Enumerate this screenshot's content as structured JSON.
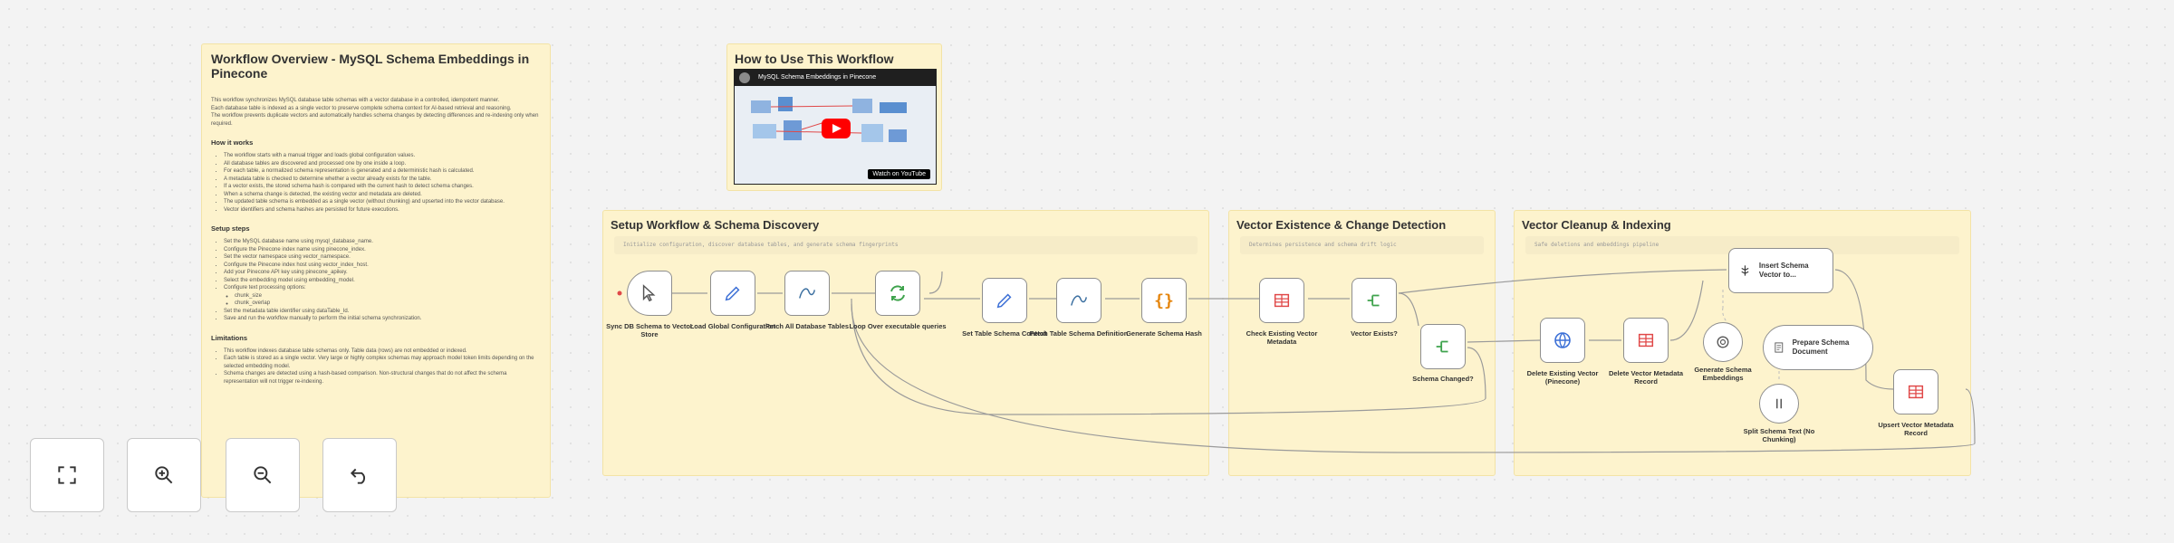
{
  "overview": {
    "title": "Workflow Overview - MySQL Schema Embeddings in Pinecone",
    "intro": [
      "This workflow synchronizes MySQL database table schemas with a vector database in a controlled, idempotent manner.",
      "Each database table is indexed as a single vector to preserve complete schema context for AI-based retrieval and reasoning.",
      "The workflow prevents duplicate vectors and automatically handles schema changes by detecting differences and re-indexing only when required."
    ],
    "how_title": "How it works",
    "how_items": [
      "The workflow starts with a manual trigger and loads global configuration values.",
      "All database tables are discovered and processed one by one inside a loop.",
      "For each table, a normalized schema representation is generated and a deterministic hash is calculated.",
      "A metadata table is checked to determine whether a vector already exists for the table.",
      "If a vector exists, the stored schema hash is compared with the current hash to detect schema changes.",
      "When a schema change is detected, the existing vector and metadata are deleted.",
      "The updated table schema is embedded as a single vector (without chunking) and upserted into the vector database.",
      "Vector identifiers and schema hashes are persisted for future executions."
    ],
    "setup_title": "Setup steps",
    "setup_items": [
      "Set the MySQL database name using mysql_database_name.",
      "Configure the Pinecone index name using pinecone_index.",
      "Set the vector namespace using vector_namespace.",
      "Configure the Pinecone index host using vector_index_host.",
      "Add your Pinecone API key using pinecone_apikey.",
      "Select the embedding model using embedding_model.",
      "Configure text processing options:"
    ],
    "setup_subitems": [
      "chunk_size",
      "chunk_overlap"
    ],
    "setup_items_after": [
      "Set the metadata table identifier using dataTable_Id.",
      "Save and run the workflow manually to perform the initial schema synchronization."
    ],
    "limits_title": "Limitations",
    "limits_items": [
      "This workflow indexes database table schemas only. Table data (rows) are not embedded or indexed.",
      "Each table is stored as a single vector. Very large or highly complex schemas may approach model token limits depending on the selected embedding model.",
      "Schema changes are detected using a hash-based comparison. Non-structural changes that do not affect the schema representation will not trigger re-indexing."
    ]
  },
  "howto": {
    "title": "How to Use This Workflow",
    "video_title": "MySQL Schema Embeddings in Pinecone",
    "video_caption": "Watch on",
    "youtube_label": "YouTube"
  },
  "sections": {
    "setup": {
      "title": "Setup Workflow & Schema Discovery",
      "note": "Initialize configuration, discover database tables, and generate schema fingerprints"
    },
    "vector": {
      "title": "Vector Existence & Change Detection",
      "note": "Determines persistence and schema drift logic"
    },
    "cleanup": {
      "title": "Vector Cleanup & Indexing",
      "note": "Safe deletions and embeddings pipeline"
    }
  },
  "nodes": {
    "sync": "Sync DB Schema to Vector Store",
    "load": "Load Global Configuration",
    "fetch_tables": "Fetch All Database Tables",
    "loop": "Loop Over executable queries",
    "set_context": "Set Table Schema Context",
    "fetch_def": "Fetch Table Schema Definition",
    "gen_hash": "Generate Schema Hash",
    "check_meta": "Check Existing Vector Metadata",
    "vec_exists": "Vector Exists?",
    "schema_changed": "Schema Changed?",
    "delete_pine": "Delete Existing Vector (Pinecone)",
    "delete_meta": "Delete Vector Metadata Record",
    "insert_schema": "Insert Schema Vector to...",
    "prepare_doc": "Prepare Schema Document",
    "gen_embed": "Generate Schema Embeddings",
    "split_text": "Split Schema Text (No Chunking)",
    "upsert_meta": "Upsert Vector Metadata Record"
  },
  "colors": {
    "sticky": "#fdf3cd",
    "section": "#fdf3cd",
    "wire": "#9a9a9a",
    "accent_green": "#3fa34d",
    "accent_blue": "#3b6fd6",
    "accent_red": "#e04848",
    "accent_orange": "#e5860f"
  }
}
